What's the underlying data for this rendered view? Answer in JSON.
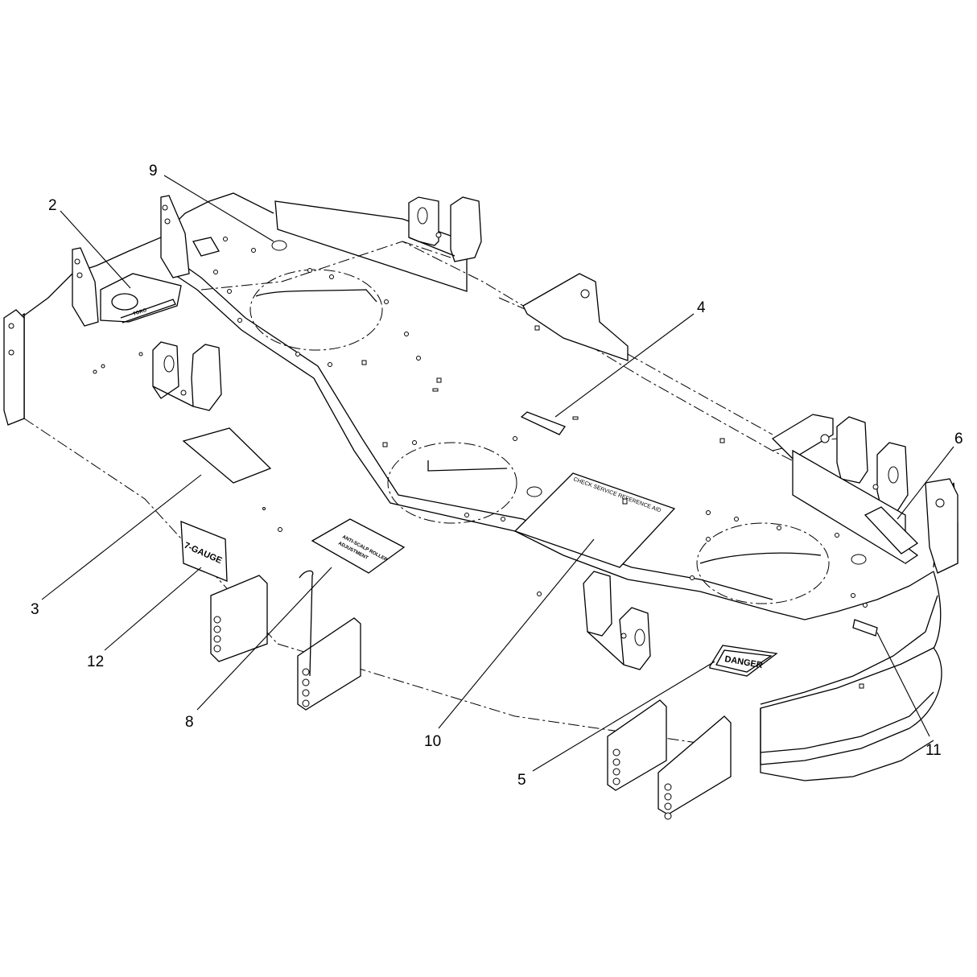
{
  "diagram": {
    "callouts": [
      {
        "id": "c1",
        "label": "9"
      },
      {
        "id": "c2",
        "label": "2"
      },
      {
        "id": "c3",
        "label": "4"
      },
      {
        "id": "c4",
        "label": "6"
      },
      {
        "id": "c5",
        "label": "3"
      },
      {
        "id": "c6",
        "label": "12"
      },
      {
        "id": "c7",
        "label": "8"
      },
      {
        "id": "c8",
        "label": "10"
      },
      {
        "id": "c9",
        "label": "5"
      },
      {
        "id": "c10",
        "label": "11"
      }
    ],
    "decals": {
      "danger": "DANGER",
      "gauge": "7-GAUGE",
      "anti_scalp": [
        "ANTI-SCALP ROLLER",
        "ADJUSTMENT"
      ],
      "service": "CHECK  SERVICE  REFERENCE  AID",
      "logo_plate": "TORO"
    },
    "colors": {
      "line": "#000000",
      "background": "#ffffff"
    }
  }
}
